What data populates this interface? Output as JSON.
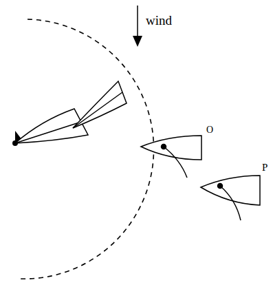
{
  "diagram": {
    "labels": [
      "wind",
      "O",
      "P"
    ]
  }
}
